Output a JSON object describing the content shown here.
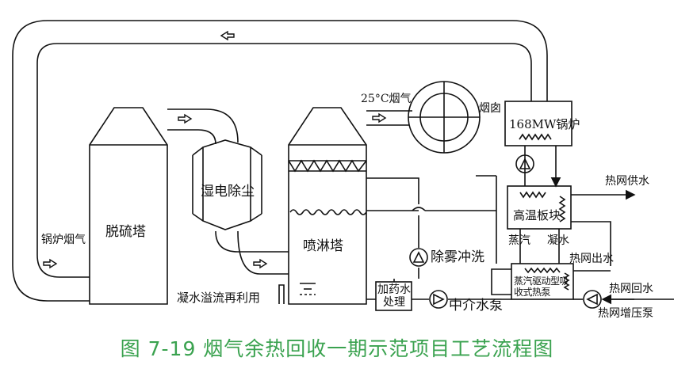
{
  "colors": {
    "line": "#111111",
    "caption": "#3aa24f",
    "background": "#ffffff"
  },
  "labels": {
    "boiler_flue_gas": "锅炉烟气",
    "desulfurization_tower": "脱硫塔",
    "wet_esp": "湿电除尘",
    "spray_tower": "喷淋塔",
    "flue_gas_25c": "25°C烟气",
    "chimney": "烟囱",
    "boiler_168mw": "168MW锅炉",
    "heat_network_supply": "热网供水",
    "high_temp_plate": "高温板块",
    "steam": "蒸汽",
    "condensate": "凝水",
    "heat_network_outlet": "热网出水",
    "steam_absorption_heat_pump": "蒸汽驱动型吸收式热泵",
    "heat_network_return": "热网回水",
    "heat_network_booster_pump": "热网增压泵",
    "demist_flush": "除雾冲洗",
    "medium_water_pump": "中介水泵",
    "dosing_treatment": "加药水处理",
    "condensate_overflow_reuse": "凝水溢流再利用"
  },
  "caption": "图 7-19    烟气余热回收一期示范项目工艺流程图",
  "icons": [
    "arrow-outline-icon",
    "pump-icon",
    "heat-coil-icon",
    "spray-nozzle-icon",
    "chimney-icon"
  ]
}
